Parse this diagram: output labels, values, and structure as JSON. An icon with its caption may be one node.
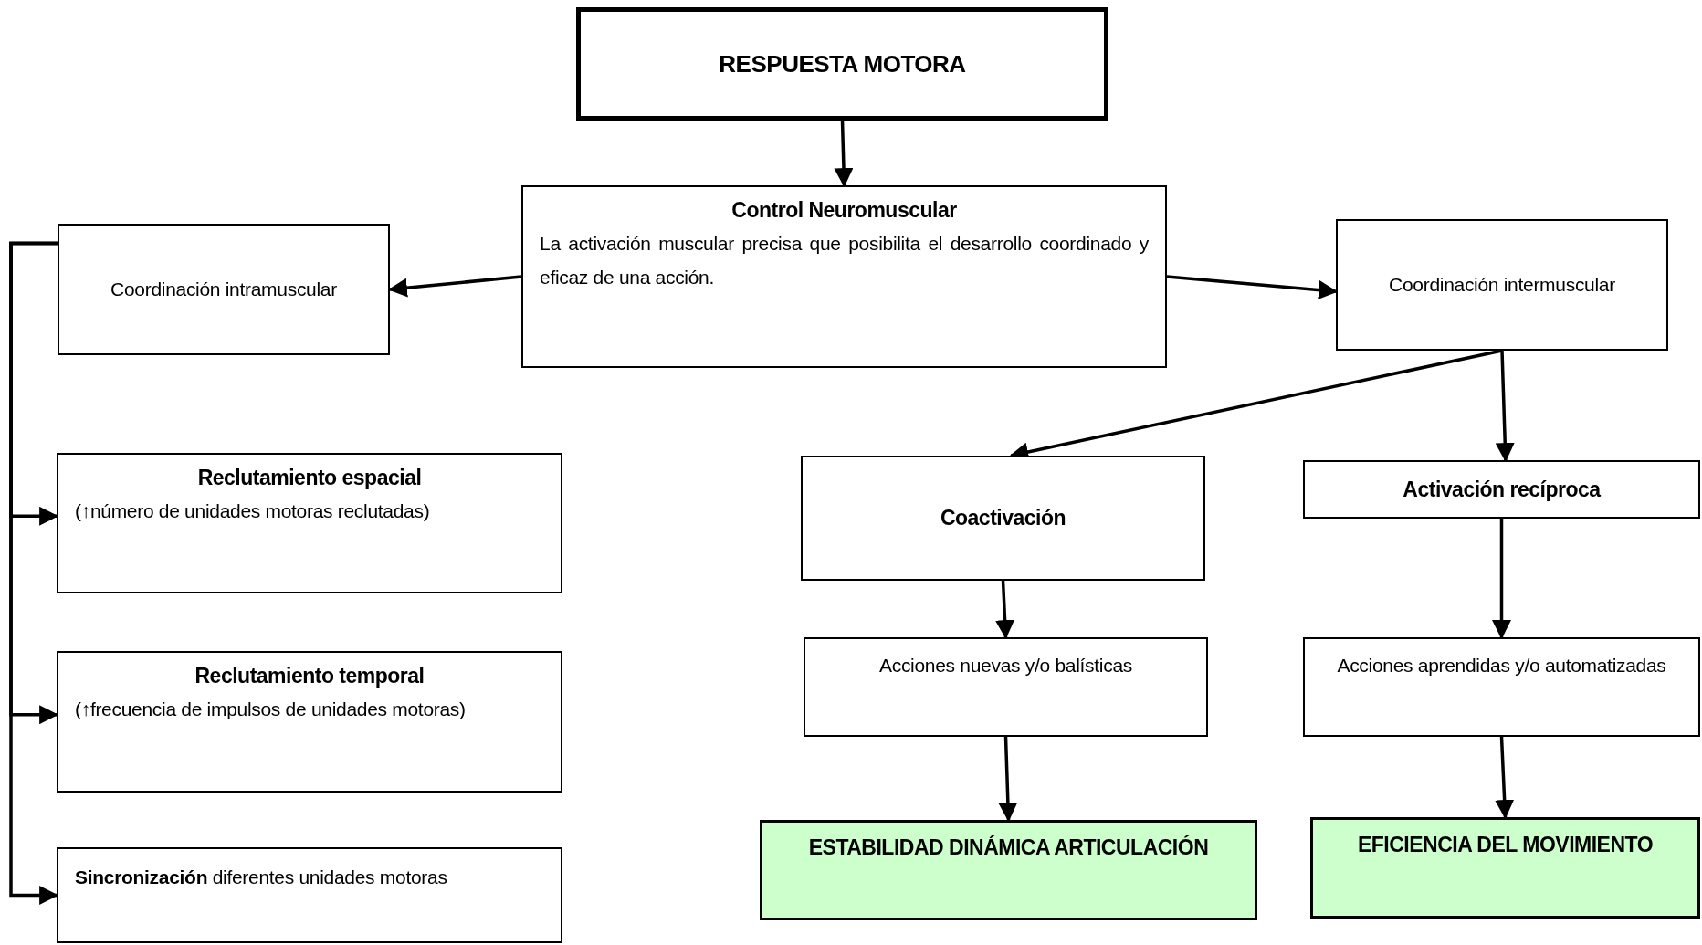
{
  "diagram": {
    "nodes": [
      {
        "text": [
          "RESPUESTA MOTORA"
        ]
      },
      {
        "text": [
          "Control Neuromuscular",
          "La activación muscular precisa que posibilita el desarrollo coordinado y eficaz de una acción."
        ]
      },
      {
        "text": [
          "Coordinación intramuscular"
        ]
      },
      {
        "text": [
          "Coordinación intermuscular"
        ]
      },
      {
        "text": [
          "Reclutamiento espacial",
          "(↑número de unidades motoras reclutadas)"
        ]
      },
      {
        "text": [
          "Reclutamiento temporal",
          "(↑frecuencia de impulsos de unidades motoras)"
        ]
      },
      {
        "text": [
          "**Sincronización** diferentes unidades motoras"
        ]
      },
      {
        "text": [
          "Coactivación"
        ]
      },
      {
        "text": [
          "Activación recíproca"
        ]
      },
      {
        "text": [
          "Acciones nuevas y/o balísticas"
        ]
      },
      {
        "text": [
          "Acciones aprendidas y/o automatizadas"
        ]
      },
      {
        "text": [
          "ESTABILIDAD DINÁMICA ARTICULACIÓN"
        ]
      },
      {
        "text": [
          "EFICIENCIA DEL MOVIMIENTO"
        ]
      }
    ],
    "edges": [
      {
        "from": 0,
        "to": 1,
        "arrow": "to"
      },
      {
        "from": 1,
        "to": 2,
        "arrow": "to"
      },
      {
        "from": 1,
        "to": 3,
        "arrow": "to"
      },
      {
        "from": 3,
        "to": 7,
        "arrow": "to"
      },
      {
        "from": 3,
        "to": 8,
        "arrow": "to"
      },
      {
        "from": 7,
        "to": 9,
        "arrow": "to"
      },
      {
        "from": 8,
        "to": 10,
        "arrow": "to"
      },
      {
        "from": 9,
        "to": 11,
        "arrow": "to"
      },
      {
        "from": 10,
        "to": 12,
        "arrow": "to"
      },
      {
        "from": 2,
        "to": 4,
        "arrow": "to"
      },
      {
        "from": 2,
        "to": 5,
        "arrow": "to"
      },
      {
        "from": 2,
        "to": 6,
        "arrow": "to"
      }
    ]
  }
}
